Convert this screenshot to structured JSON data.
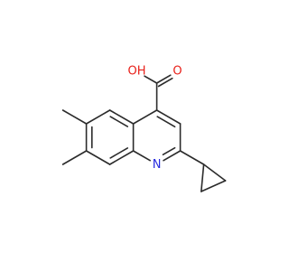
{
  "colors": {
    "bond": "#2b2b2b",
    "carbon": "#2b2b2b",
    "oxygen": "#e8201a",
    "nitrogen": "#2a2ee0"
  },
  "atoms": {
    "oxygen_hydroxyl": {
      "symbol": "O",
      "hydrogen": "H",
      "text": "OH"
    },
    "oxygen_carbonyl": {
      "symbol": "O"
    },
    "nitrogen_ring": {
      "symbol": "N"
    }
  }
}
